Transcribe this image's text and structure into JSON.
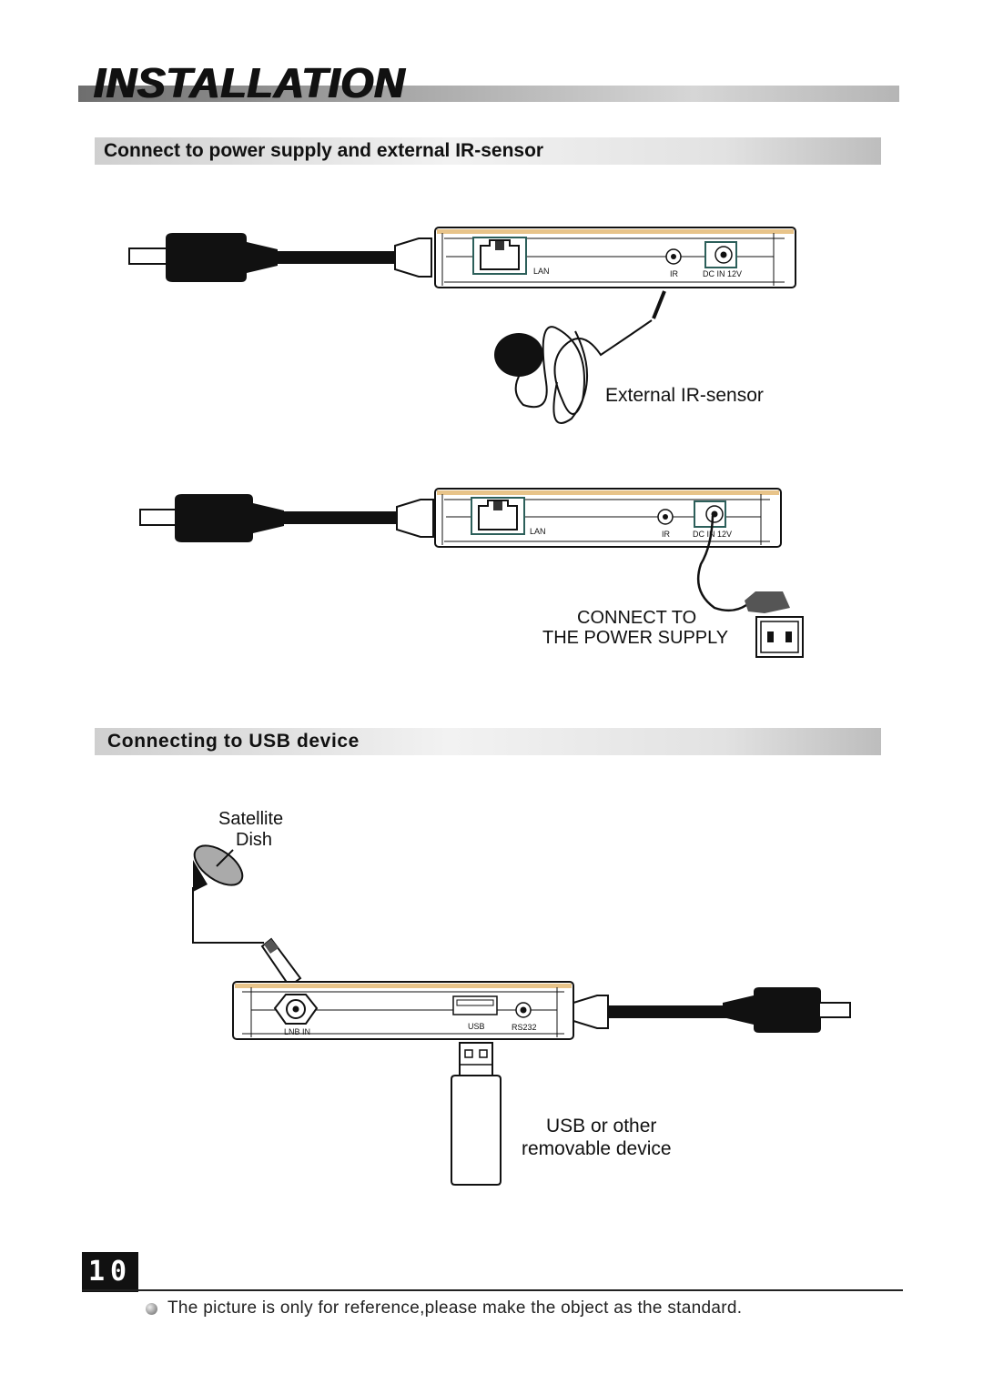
{
  "header": {
    "title": "INSTALLATION"
  },
  "sections": [
    {
      "title": "Connect to power supply and external IR-sensor"
    },
    {
      "title": "Connecting to USB device"
    }
  ],
  "diagram1": {
    "port_lan": "LAN",
    "port_ir": "IR",
    "port_dc": "DC IN 12V",
    "sensor_label": "External IR-sensor"
  },
  "diagram2": {
    "port_lan": "LAN",
    "port_ir": "IR",
    "port_dc": "DC IN 12V",
    "power_label_line1": "CONNECT TO",
    "power_label_line2": "THE POWER SUPPLY"
  },
  "diagram3": {
    "dish_label_line1": "Satellite",
    "dish_label_line2": "Dish",
    "port_lnb": "LNB IN",
    "port_usb": "USB",
    "port_rs232": "RS232",
    "device_label_line1": "USB or other",
    "device_label_line2": "removable device"
  },
  "footer": {
    "page_number": "10",
    "note": "The picture is only  for reference,please make the     object as the standard."
  }
}
